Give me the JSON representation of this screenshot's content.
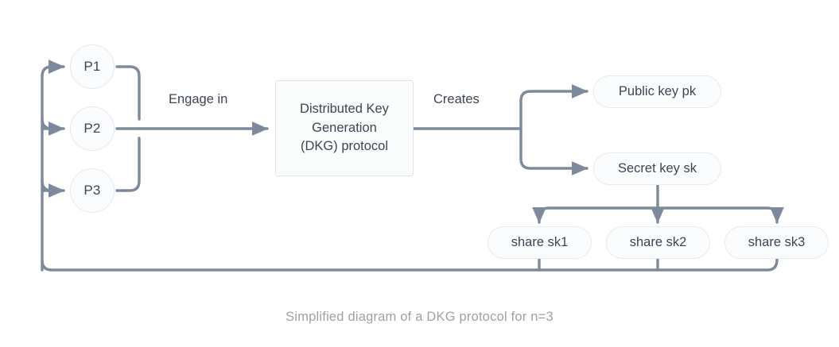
{
  "diagram": {
    "caption": "Simplified diagram of a DKG protocol for n=3",
    "colors": {
      "background": "#ffffff",
      "connector": "#7d8a9c",
      "node_border": "#e4e9ed",
      "node_fill": "#fbfcfd",
      "text": "#3c4652",
      "caption_text": "#9aa3ab"
    },
    "parties": [
      {
        "id": "p1",
        "label": "P1"
      },
      {
        "id": "p2",
        "label": "P2"
      },
      {
        "id": "p3",
        "label": "P3"
      }
    ],
    "process": {
      "id": "dkg-protocol",
      "lines": [
        "Distributed Key",
        "Generation",
        "(DKG) protocol"
      ],
      "full_label": "Distributed Key Generation (DKG) protocol"
    },
    "keys": [
      {
        "id": "public-key",
        "label": "Public key pk"
      },
      {
        "id": "secret-key",
        "label": "Secret key sk"
      }
    ],
    "shares": [
      {
        "id": "share-sk1",
        "label": "share sk1"
      },
      {
        "id": "share-sk2",
        "label": "share sk2"
      },
      {
        "id": "share-sk3",
        "label": "share sk3"
      }
    ],
    "edge_labels": {
      "engage": "Engage in",
      "creates": "Creates"
    }
  }
}
